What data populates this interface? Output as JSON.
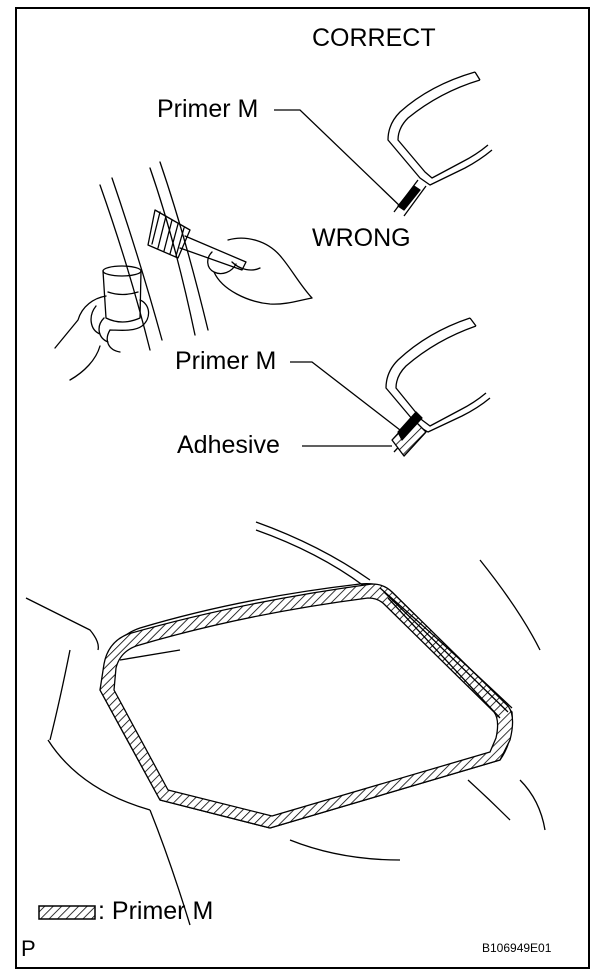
{
  "labels": {
    "correct": "CORRECT",
    "wrong": "WRONG",
    "primer_top": "Primer M",
    "primer_middle": "Primer M",
    "adhesive": "Adhesive"
  },
  "legend": {
    "text": ": Primer M"
  },
  "corner_mark": "P",
  "figure_code": "B106949E01",
  "colors": {
    "ink": "#000000",
    "paper": "#ffffff"
  }
}
